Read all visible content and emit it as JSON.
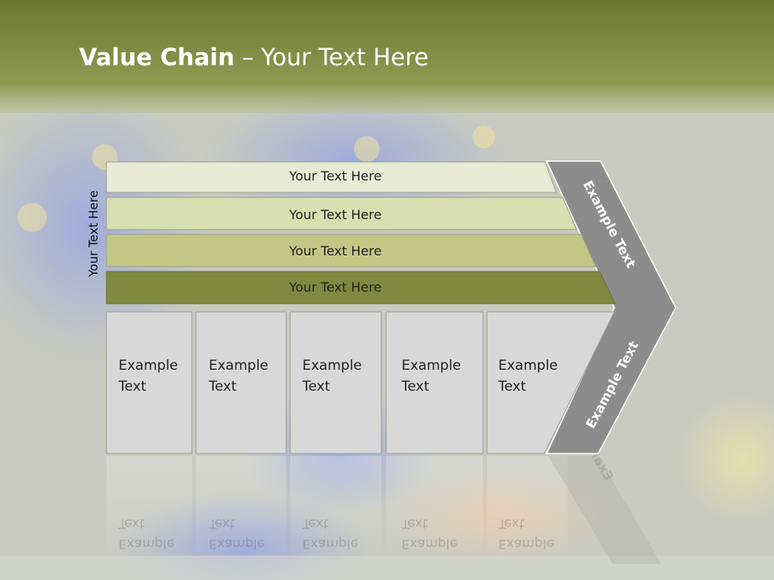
{
  "title": {
    "bold": "Value Chain",
    "rest": " – Your Text Here"
  },
  "side_label": "Your Text Here",
  "support_activities": [
    {
      "label": "Your Text Here",
      "color": "#e8ecd6"
    },
    {
      "label": "Your Text Here",
      "color": "#d8dfb0"
    },
    {
      "label": "Your Text Here",
      "color": "#c2c884"
    },
    {
      "label": "Your Text Here",
      "color": "#7f8a40"
    }
  ],
  "primary_activities": [
    {
      "line1": "Example",
      "line2": "Text"
    },
    {
      "line1": "Example",
      "line2": "Text"
    },
    {
      "line1": "Example",
      "line2": "Text"
    },
    {
      "line1": "Example",
      "line2": "Text"
    },
    {
      "line1": "Example",
      "line2": "Text"
    }
  ],
  "margin_arrow": {
    "upper_label": "Example Text",
    "lower_label": "Example Text",
    "color": "#8c8c8c"
  },
  "colors": {
    "header_band": "#7b8a3a",
    "box_fill": "#d8d8d8",
    "box_stroke": "#9a9a9a"
  }
}
